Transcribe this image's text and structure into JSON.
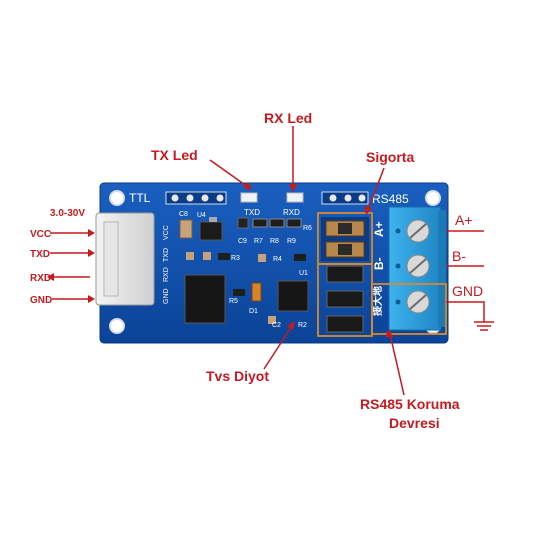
{
  "callouts": {
    "rx_led": "RX Led",
    "tx_led": "TX Led",
    "sigorta": "Sigorta",
    "tvs_diyot": "Tvs Diyot",
    "rs485_koruma_line1": "RS485 Koruma",
    "rs485_koruma_line2": "Devresi"
  },
  "left_pins": {
    "voltage": "3.0-30V",
    "vcc": "VCC",
    "txd": "TXD",
    "rxd": "RXD",
    "gnd": "GND"
  },
  "right_pins": {
    "a_plus": "A+",
    "b_minus": "B-",
    "gnd": "GND"
  },
  "board": {
    "ttl": "TTL",
    "rs485": "RS485",
    "txd": "TXD",
    "rxd": "RXD",
    "a_plus": "A+",
    "b_minus": "B-",
    "chinese": "接大地",
    "conn_vcc": "VCC",
    "conn_txd": "TXD",
    "conn_rxd": "RXD",
    "conn_gnd": "GND",
    "c8": "C8",
    "u4": "U4",
    "r3": "R3",
    "r4": "R4",
    "r5": "R5",
    "r6": "R6",
    "r7": "R7",
    "r8": "R8",
    "r9": "R9",
    "c9": "C9",
    "c2": "C2",
    "u1": "U1",
    "d1": "D1",
    "r2": "R2"
  },
  "colors": {
    "board": "#0d4fa8",
    "callout": "#c8191f",
    "highlight": "#d98a2b",
    "terminal": "#2f9fdc"
  }
}
